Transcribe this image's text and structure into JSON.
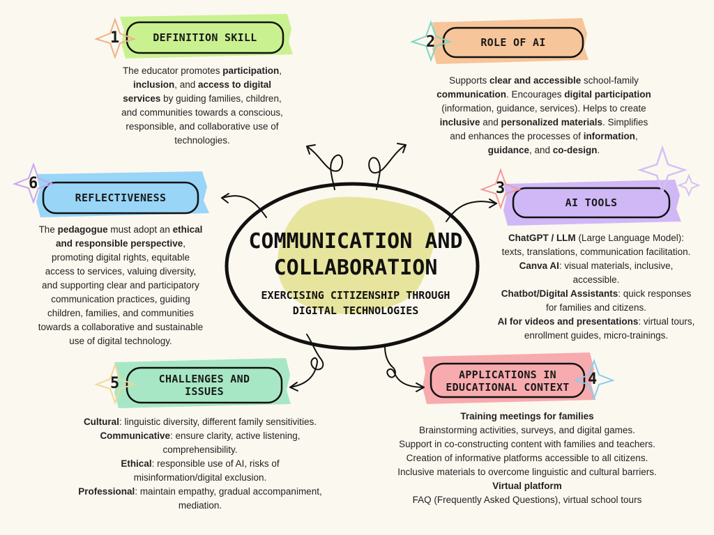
{
  "center": {
    "title_line1": "COMMUNICATION AND",
    "title_line2": "COLLABORATION",
    "subtitle_line1": "EXERCISING CITIZENSHIP THROUGH",
    "subtitle_line2": "DIGITAL TECHNOLOGIES"
  },
  "sections": {
    "s1": {
      "number": "1",
      "title": "DEFINITION SKILL",
      "lines": [
        [
          [
            "The educator promotes ",
            false
          ],
          [
            "participation",
            true
          ],
          [
            ",",
            false
          ]
        ],
        [
          [
            "inclusion",
            true
          ],
          [
            ", and ",
            false
          ],
          [
            "access to digital",
            true
          ]
        ],
        [
          [
            "services",
            true
          ],
          [
            " by guiding families, children,",
            false
          ]
        ],
        [
          [
            "and communities towards a conscious,",
            false
          ]
        ],
        [
          [
            "responsible, and collaborative use of",
            false
          ]
        ],
        [
          [
            "technologies.",
            false
          ]
        ]
      ]
    },
    "s2": {
      "number": "2",
      "title": "ROLE OF AI",
      "lines": [
        [
          [
            "Supports ",
            false
          ],
          [
            "clear and accessible",
            true
          ],
          [
            " school-family",
            false
          ]
        ],
        [
          [
            "communication",
            true
          ],
          [
            ". Encourages ",
            false
          ],
          [
            "digital participation",
            true
          ]
        ],
        [
          [
            "(information, guidance, services). Helps to create",
            false
          ]
        ],
        [
          [
            "inclusive",
            true
          ],
          [
            " and ",
            false
          ],
          [
            "personalized materials",
            true
          ],
          [
            ". Simplifies",
            false
          ]
        ],
        [
          [
            "and enhances the processes of ",
            false
          ],
          [
            "information",
            true
          ],
          [
            ",",
            false
          ]
        ],
        [
          [
            "guidance",
            true
          ],
          [
            ", and ",
            false
          ],
          [
            "co-design",
            true
          ],
          [
            ".",
            false
          ]
        ]
      ]
    },
    "s3": {
      "number": "3",
      "title": "AI TOOLS",
      "lines": [
        [
          [
            "ChatGPT / LLM",
            true
          ],
          [
            " (Large Language Model):",
            false
          ]
        ],
        [
          [
            "texts, translations, communication facilitation.",
            false
          ]
        ],
        [
          [
            "Canva AI",
            true
          ],
          [
            ": visual materials, inclusive,",
            false
          ]
        ],
        [
          [
            "accessible.",
            false
          ]
        ],
        [
          [
            "Chatbot/Digital Assistants",
            true
          ],
          [
            ": quick responses",
            false
          ]
        ],
        [
          [
            "for families and citizens.",
            false
          ]
        ],
        [
          [
            "AI for videos and presentations",
            true
          ],
          [
            ": virtual tours,",
            false
          ]
        ],
        [
          [
            "enrollment guides, micro-trainings.",
            false
          ]
        ]
      ]
    },
    "s4": {
      "number": "4",
      "title_line1": "APPLICATIONS IN",
      "title_line2": "EDUCATIONAL CONTEXT",
      "lines": [
        [
          [
            "Training meetings for families",
            true
          ]
        ],
        [
          [
            "Brainstorming activities, surveys, and digital games.",
            false
          ]
        ],
        [
          [
            "Support in co-constructing content with families and teachers.",
            false
          ]
        ],
        [
          [
            "Creation of informative platforms accessible to all citizens.",
            false
          ]
        ],
        [
          [
            "Inclusive materials to overcome linguistic and cultural barriers.",
            false
          ]
        ],
        [
          [
            "Virtual platform",
            true
          ]
        ],
        [
          [
            "FAQ (Frequently Asked Questions), virtual school tours",
            false
          ]
        ]
      ]
    },
    "s5": {
      "number": "5",
      "title_line1": "CHALLENGES AND",
      "title_line2": "ISSUES",
      "lines": [
        [
          [
            "Cultural",
            true
          ],
          [
            ": linguistic diversity, different family sensitivities.",
            false
          ]
        ],
        [
          [
            "Communicative",
            true
          ],
          [
            ": ensure clarity, active listening,",
            false
          ]
        ],
        [
          [
            "comprehensibility.",
            false
          ]
        ],
        [
          [
            "Ethical",
            true
          ],
          [
            ": responsible use of AI, risks of",
            false
          ]
        ],
        [
          [
            "misinformation/digital exclusion.",
            false
          ]
        ],
        [
          [
            "Professional",
            true
          ],
          [
            ": maintain empathy, gradual accompaniment,",
            false
          ]
        ],
        [
          [
            "mediation.",
            false
          ]
        ]
      ]
    },
    "s6": {
      "number": "6",
      "title": "REFLECTIVENESS",
      "lines": [
        [
          [
            "The ",
            false
          ],
          [
            "pedagogue",
            true
          ],
          [
            " must adopt an ",
            false
          ],
          [
            "ethical",
            true
          ]
        ],
        [
          [
            "and responsible perspective",
            true
          ],
          [
            ",",
            false
          ]
        ],
        [
          [
            "promoting digital rights, equitable",
            false
          ]
        ],
        [
          [
            "access to services, valuing diversity,",
            false
          ]
        ],
        [
          [
            "and supporting clear and participatory",
            false
          ]
        ],
        [
          [
            "communication practices, guiding",
            false
          ]
        ],
        [
          [
            "children, families, and communities",
            false
          ]
        ],
        [
          [
            "towards a collaborative and sustainable",
            false
          ]
        ],
        [
          [
            "use of digital technology.",
            false
          ]
        ]
      ]
    }
  },
  "colors": {
    "background": "#fbf8ef",
    "green": "#c6f08a",
    "orange": "#f6c293",
    "purple": "#cdb4f5",
    "pink": "#f7a6aa",
    "mint": "#a3e6c2",
    "blue": "#93d3f5",
    "center_splash": "#e3e08f"
  }
}
